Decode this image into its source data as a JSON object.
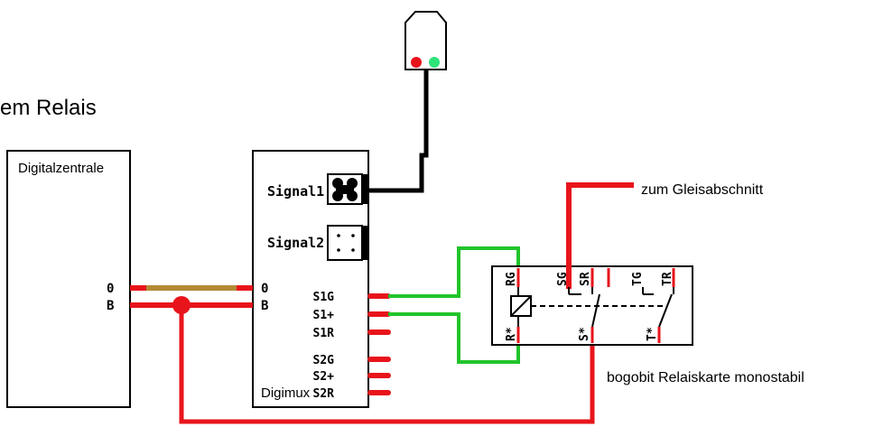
{
  "title_fragment": "em Relais",
  "central": {
    "label": "Digitalzentrale",
    "port_o": "0",
    "port_b": "B"
  },
  "digimux": {
    "label": "Digimux",
    "signal1": "Signal1",
    "signal2": "Signal2",
    "port_o": "0",
    "port_b": "B",
    "s1g": "S1G",
    "s1plus": "S1+",
    "s1r": "S1R",
    "s2g": "S2G",
    "s2plus": "S2+",
    "s2r": "S2R"
  },
  "relay": {
    "label": "bogobit Relaiskarte monostabil",
    "rg": "RG",
    "sg": "SG",
    "sr": "SR",
    "tg": "TG",
    "tr": "TR",
    "rstar": "R*",
    "sstar": "S*",
    "tstar": "T*"
  },
  "track_label": "zum Gleisabschnitt",
  "colors": {
    "red_wire": "#e8141b",
    "green_wire": "#22c42a",
    "brown_wire": "#b38a35",
    "black_wire": "#000000",
    "signal_red": "#e8141b",
    "signal_green": "#2ee37a"
  }
}
